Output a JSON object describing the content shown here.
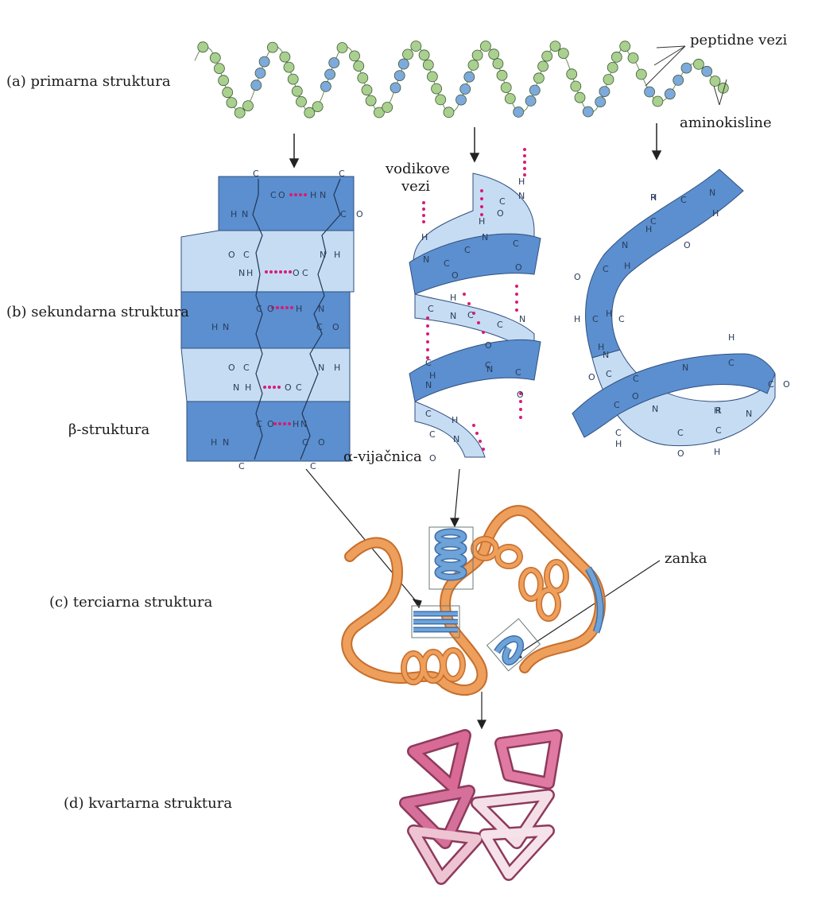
{
  "labels": {
    "primary": "(a) primarna struktura",
    "secondary": "(b) sekundarna struktura",
    "beta": "β-struktura",
    "alpha": "α-vijačnica",
    "tertiary": "(c) terciarna struktura",
    "quaternary": "(d) kvartarna struktura",
    "peptide_bonds": "peptidne vezi",
    "amino_acids": "aminokisline",
    "hydrogen_bonds_1": "vodikove",
    "hydrogen_bonds_2": "vezi",
    "loop": "zanka"
  },
  "atoms": {
    "carbon": "C",
    "nitrogen": "N",
    "oxygen": "O",
    "hydrogen": "H",
    "r_group": "R"
  },
  "colors": {
    "amino_acid_green": "#a9d08e",
    "amino_acid_blue": "#7ea9dc",
    "sheet_dark": "#5b8fcf",
    "sheet_light": "#c6dcf2",
    "ribbon_orange": "#e99a55",
    "ribbon_blue": "#6da3d8",
    "hbond_magenta": "#d81b78",
    "quaternary_pink": "#d96a95",
    "quaternary_light": "#f2cdd9"
  }
}
